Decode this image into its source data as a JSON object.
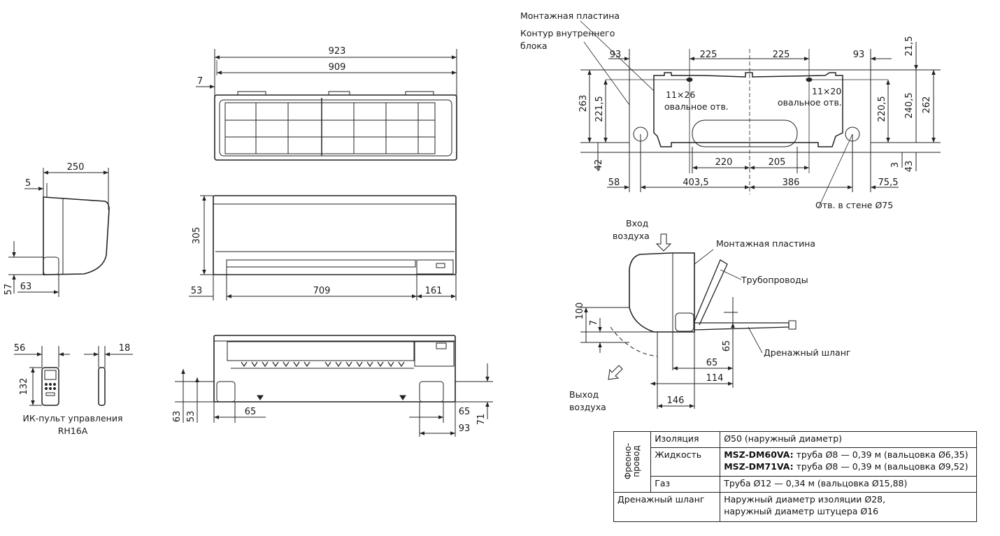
{
  "dims": {
    "d923": "923",
    "d909": "909",
    "d7": "7",
    "d250": "250",
    "d5": "5",
    "d305": "305",
    "d57": "57",
    "d63": "63",
    "d53": "53",
    "d709": "709",
    "d161": "161",
    "d56": "56",
    "d18": "18",
    "d132": "132",
    "d63b": "63",
    "d53b": "53",
    "d65": "65",
    "d65b": "65",
    "d93": "93",
    "d71": "71",
    "p225a": "225",
    "p225b": "225",
    "p93a": "93",
    "p93b": "93",
    "p21_5": "21,5",
    "p263": "263",
    "p221_5": "221,5",
    "p220_5": "220,5",
    "p240_5": "240,5",
    "p262": "262",
    "p42": "42",
    "p3": "3",
    "p43": "43",
    "p220": "220",
    "p205": "205",
    "p58": "58",
    "p403_5": "403,5",
    "p386": "386",
    "p75_5": "75,5",
    "s100": "100",
    "s7": "7",
    "s65": "65",
    "s65b": "65",
    "s114": "114",
    "s146": "146"
  },
  "labels": {
    "mounting_plate": "Монтажная пластина",
    "unit_contour_1": "Контур внутреннего",
    "unit_contour_2": "блока",
    "oval_hole_1_a": "11×26",
    "oval_hole_1_b": "овальное отв.",
    "oval_hole_2_a": "11×20",
    "oval_hole_2_b": "овальное отв.",
    "wall_hole": "Отв. в стене Ø75",
    "air_in_1": "Вход",
    "air_in_2": "воздуха",
    "mounting_plate_side": "Монтажная пластина",
    "pipes": "Трубопроводы",
    "drain_hose": "Дренажный шланг",
    "air_out_1": "Выход",
    "air_out_2": "воздуха",
    "remote_1": "ИК-пульт управления",
    "remote_2": "RH16A"
  },
  "table": {
    "freon_label": "Фреоно-\nпровод",
    "insulation_label": "Изоляция",
    "insulation_value": "Ø50 (наружный диаметр)",
    "liquid_label": "Жидкость",
    "liquid_model_1": "MSZ-DM60VA:",
    "liquid_value_1": " труба Ø8 — 0,39 м (вальцовка Ø6,35)",
    "liquid_model_2": "MSZ-DM71VA:",
    "liquid_value_2": " труба Ø8 — 0,39 м (вальцовка Ø9,52)",
    "gas_label": "Газ",
    "gas_value": "Труба Ø12 — 0,34  м (вальцовка Ø15,88)",
    "drain_label": "Дренажный шланг",
    "drain_value_1": "Наружный диаметр изоляции Ø28,",
    "drain_value_2": "наружный диаметр штуцера Ø16"
  }
}
